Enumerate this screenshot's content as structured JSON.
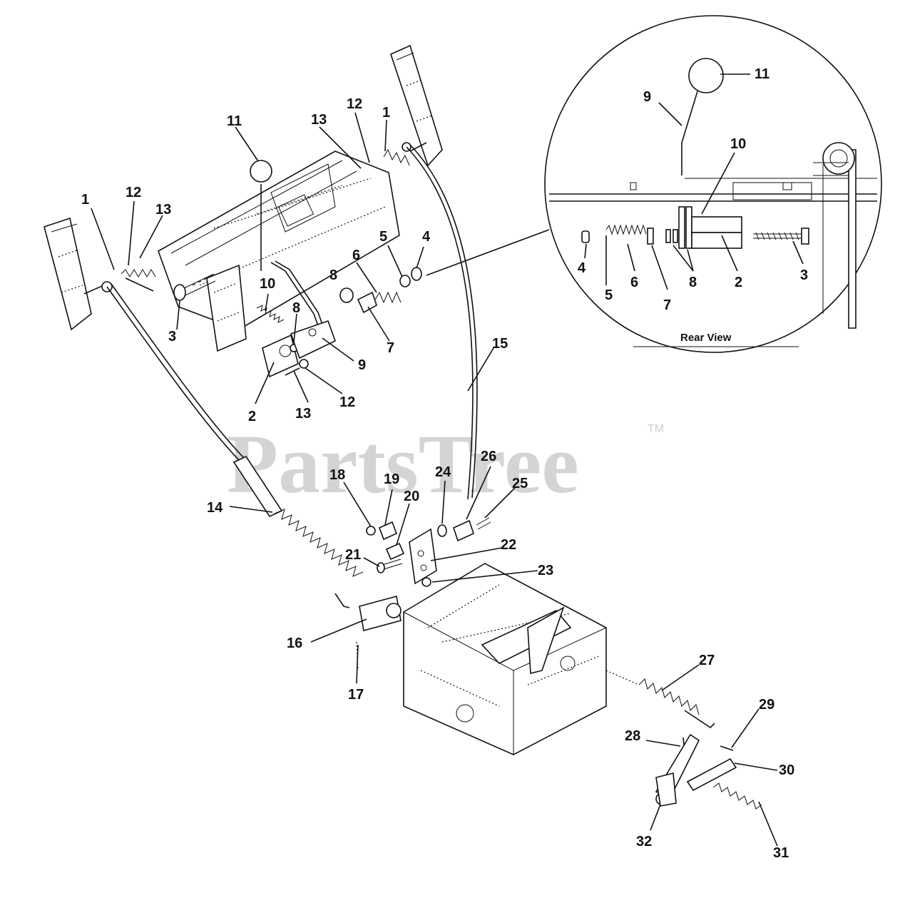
{
  "watermark": {
    "text": "PartsTree",
    "tm": "TM"
  },
  "inset": {
    "caption": "Rear View"
  },
  "callouts": {
    "c1a": "1",
    "c12a": "12",
    "c13a": "13",
    "c3a": "3",
    "c11a": "11",
    "c13b": "13",
    "c12b": "12",
    "c1b": "1",
    "c10a": "10",
    "c8a": "8",
    "c6a": "6",
    "c5a": "5",
    "c4a": "4",
    "c7a": "7",
    "c9a": "9",
    "c2a": "2",
    "c13c": "13",
    "c12c": "12",
    "c15": "15",
    "c14": "14",
    "c18": "18",
    "c19": "19",
    "c20": "20",
    "c24": "24",
    "c26": "26",
    "c25": "25",
    "c22": "22",
    "c21": "21",
    "c23": "23",
    "c16": "16",
    "c17": "17",
    "c27": "27",
    "c28": "28",
    "c29": "29",
    "c30": "30",
    "c31": "31",
    "c32": "32",
    "i11": "11",
    "i9": "9",
    "i10": "10",
    "i4": "4",
    "i5": "5",
    "i6": "6",
    "i7": "7",
    "i8": "8",
    "i2": "2",
    "i3": "3"
  }
}
